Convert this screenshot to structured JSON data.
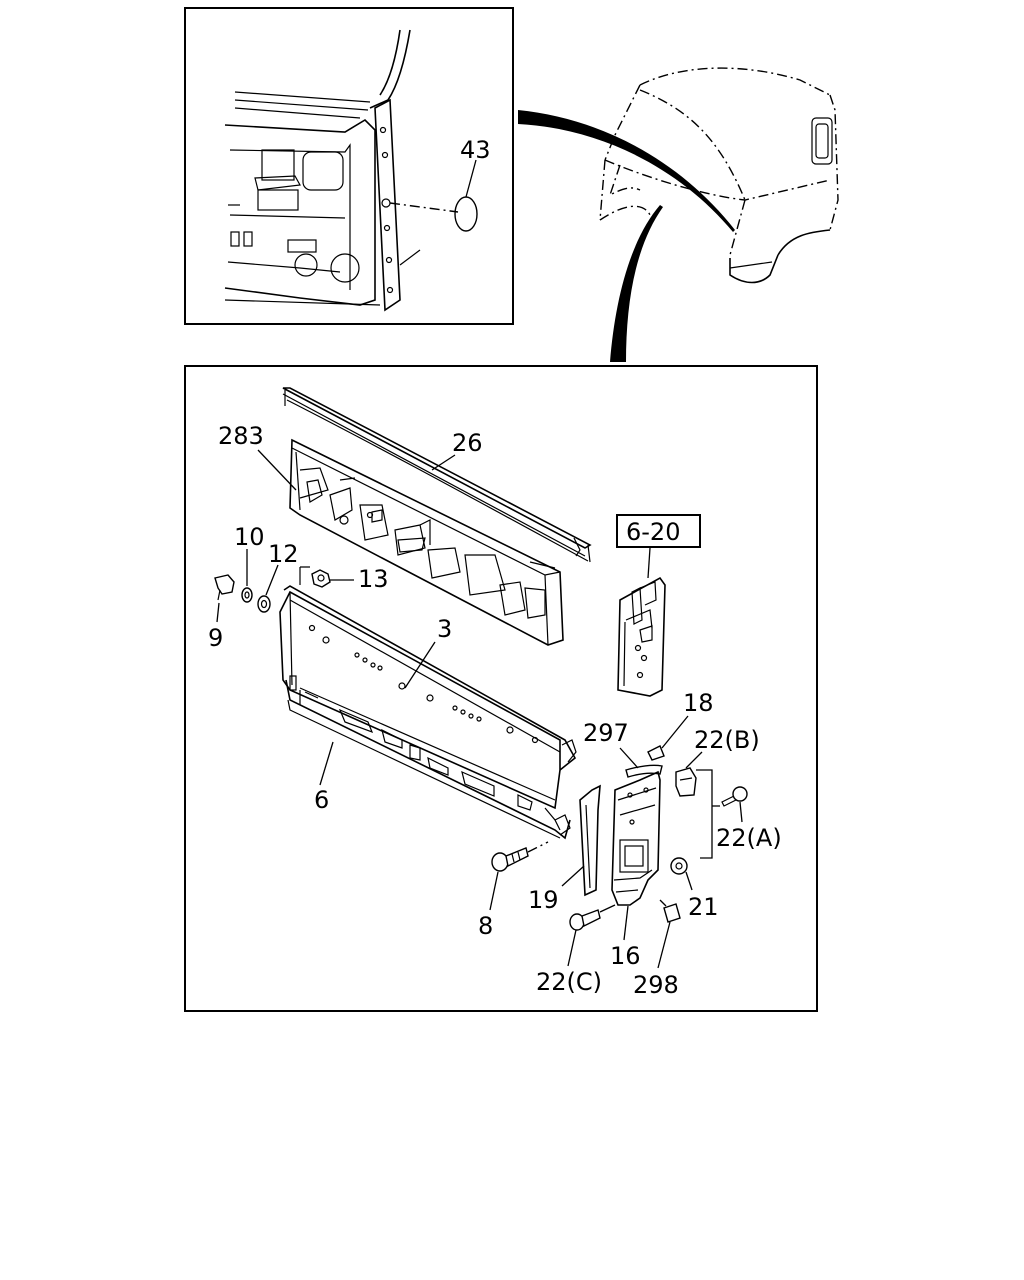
{
  "callouts": {
    "c43": "43",
    "c283": "283",
    "c26": "26",
    "c10": "10",
    "c12": "12",
    "c13": "13",
    "c9": "9",
    "c3": "3",
    "c6_20": "6-20",
    "c18": "18",
    "c297": "297",
    "c22b": "22(B)",
    "c22a": "22(A)",
    "c6": "6",
    "c19": "19",
    "c21": "21",
    "c8": "8",
    "c16": "16",
    "c22c": "22(C)",
    "c298": "298"
  }
}
